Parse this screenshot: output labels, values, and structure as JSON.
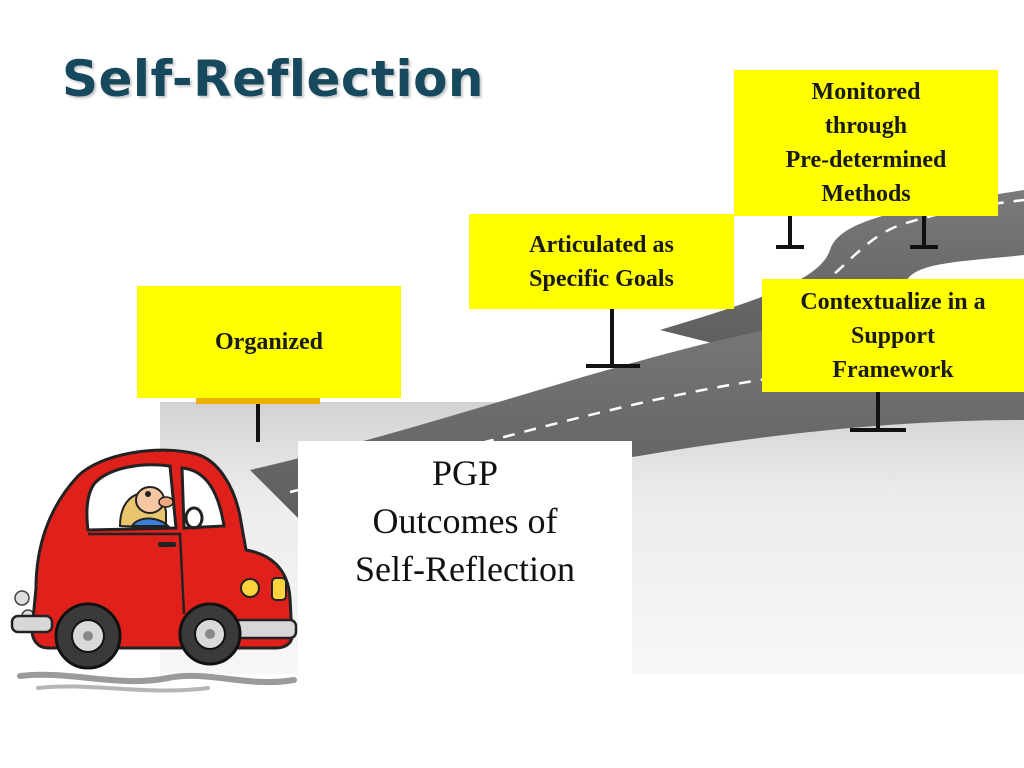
{
  "slide": {
    "title": "Self-Reflection",
    "signs": {
      "organized": "Organized",
      "goals": "Articulated as\nSpecific Goals",
      "monitored": "Monitored\nthrough\nPre-determined\nMethods",
      "context": "Contextualize in a\nSupport\nFramework"
    },
    "center": {
      "line1": "PGP",
      "line2": "Outcomes of",
      "line3": "Self-Reflection"
    },
    "colors": {
      "title": "#17495e",
      "sign_fill": "#ffff00",
      "road": "#6e6e6e",
      "car_body": "#e0201b"
    },
    "icons": [
      "road-illustration",
      "cartoon-car-icon"
    ]
  }
}
